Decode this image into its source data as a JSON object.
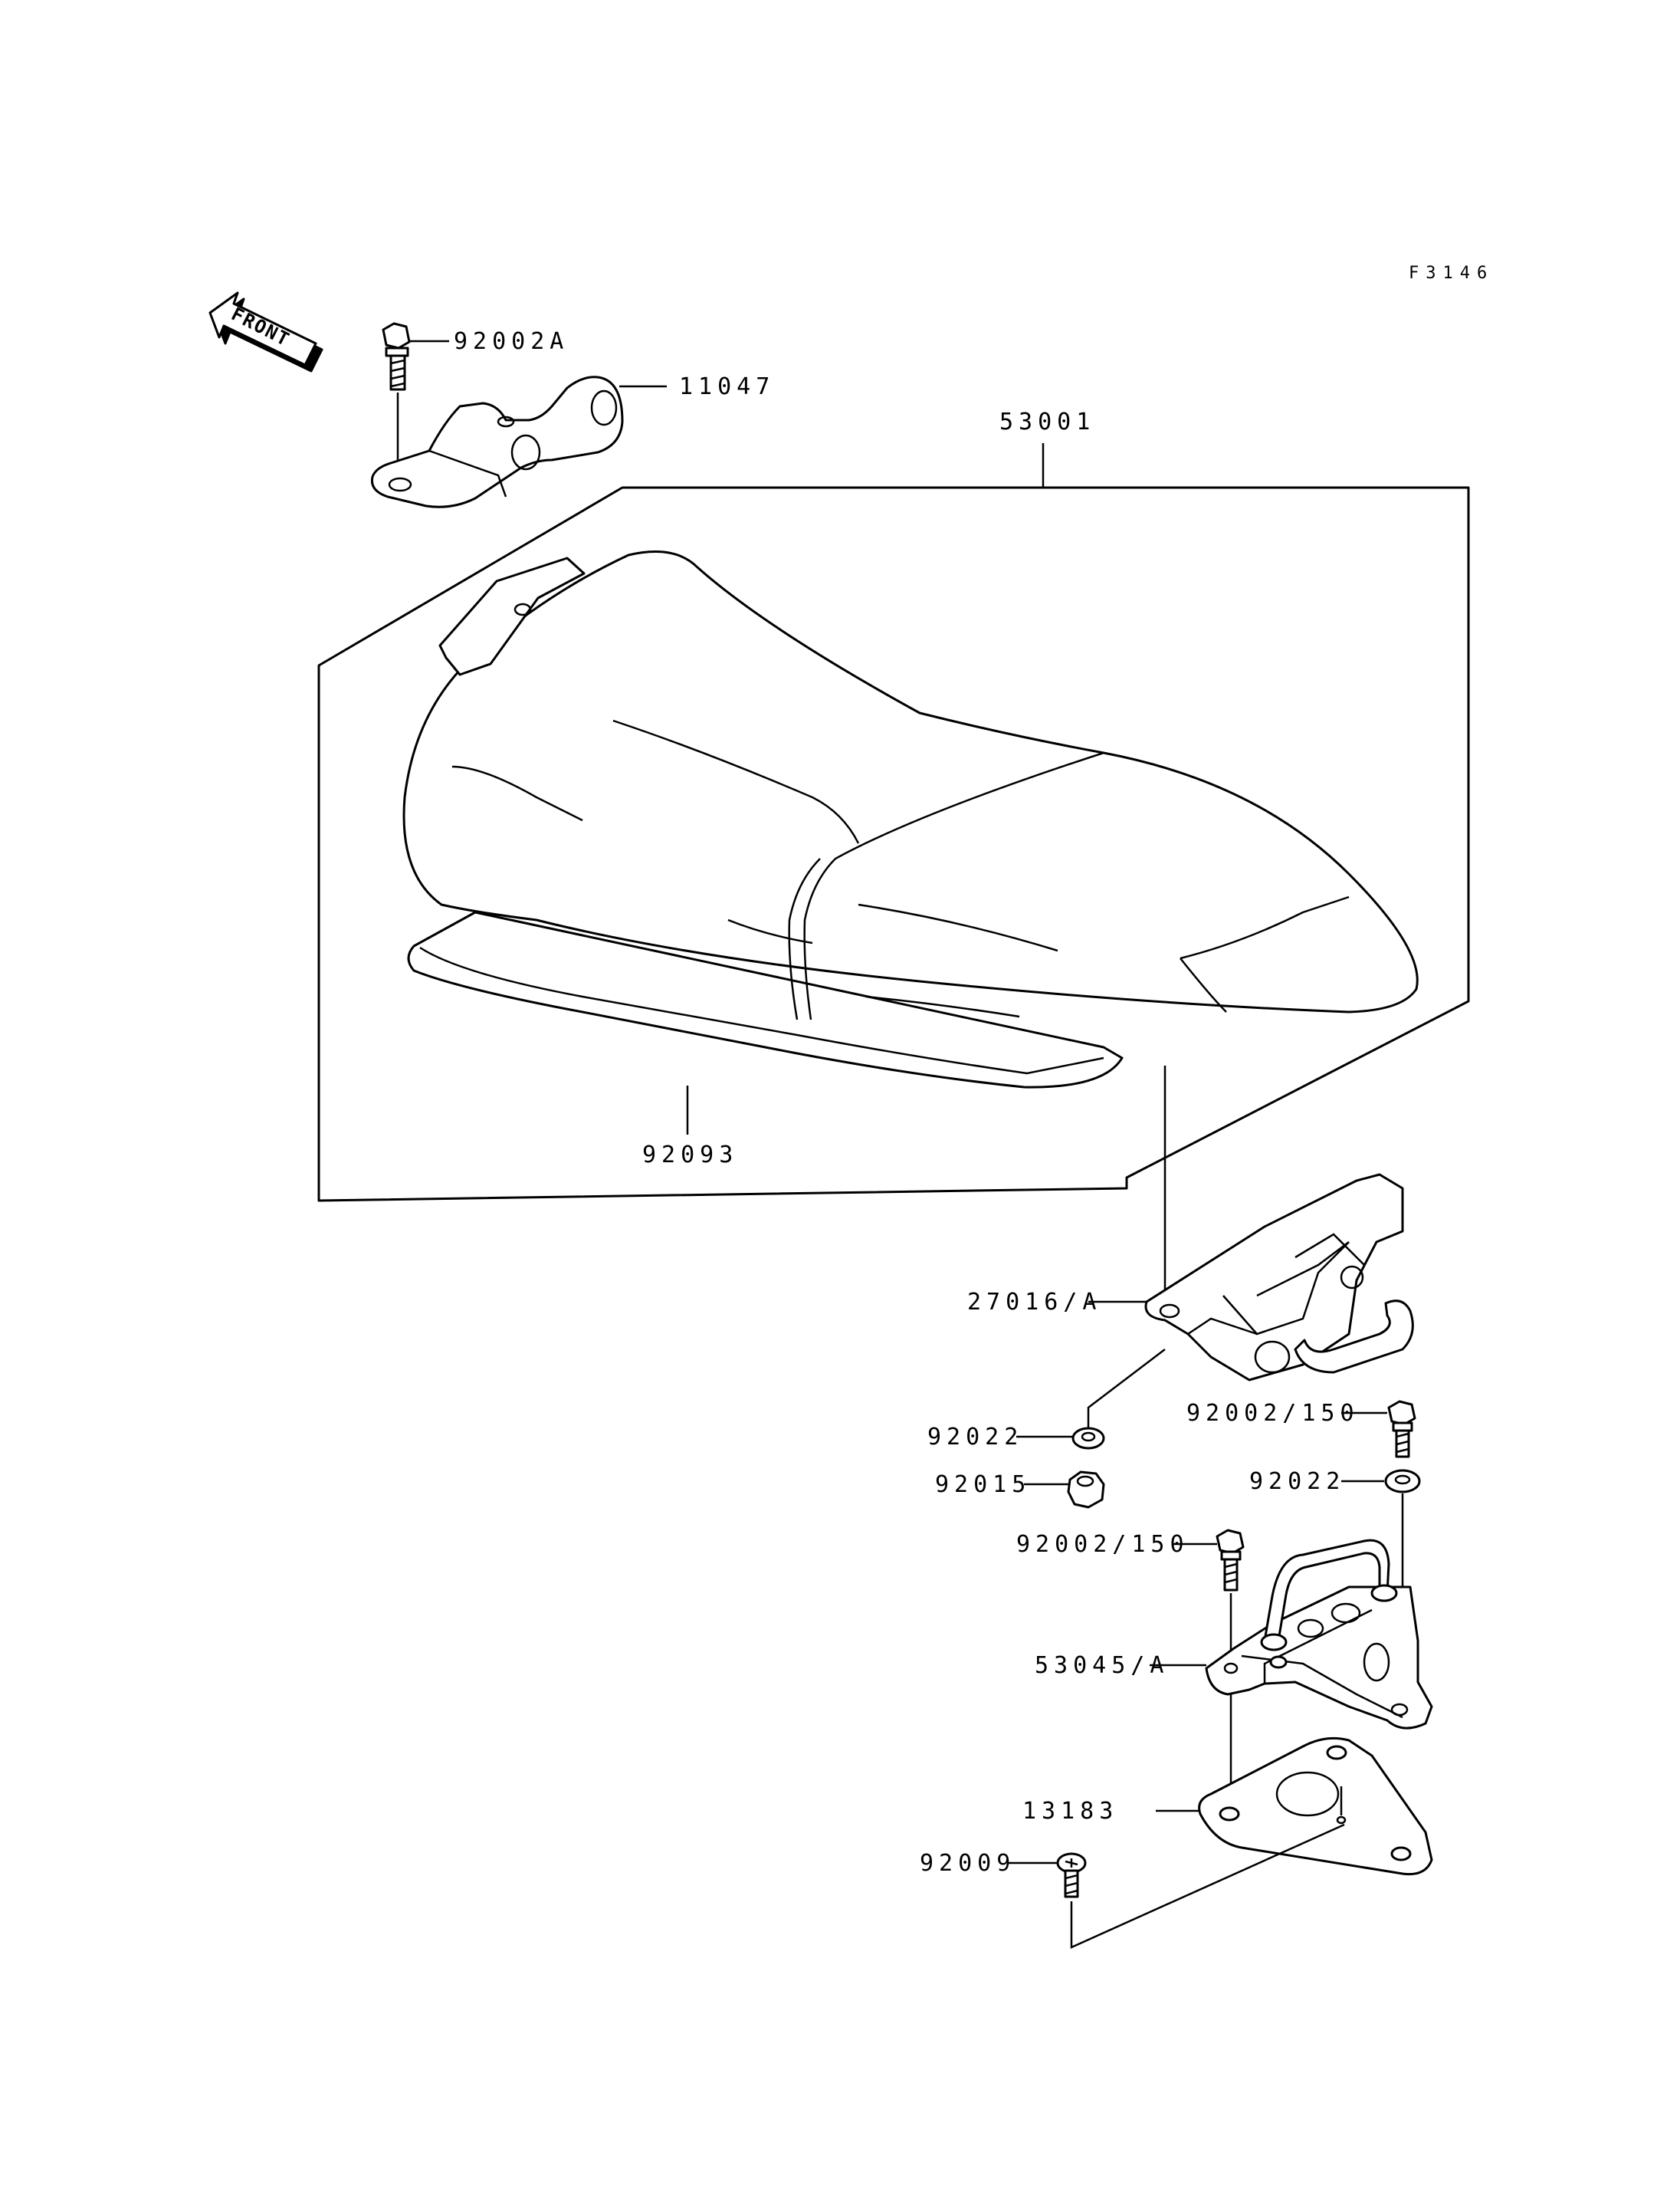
{
  "figure_code": "F3146",
  "front_label": "FRONT",
  "parts": {
    "p92002A": "92002A",
    "p11047": "11047",
    "p53001": "53001",
    "p92093": "92093",
    "p27016A": "27016/A",
    "p92022_left": "92022",
    "p92015": "92015",
    "p92002_150_top": "92002/150",
    "p92022_right": "92022",
    "p92002_150_mid": "92002/150",
    "p53045A": "53045/A",
    "p13183": "13183",
    "p92009": "92009"
  }
}
